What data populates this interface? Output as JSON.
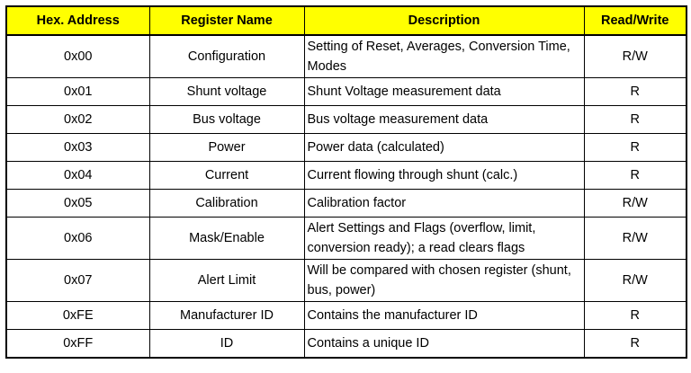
{
  "table": {
    "headers": [
      "Hex. Address",
      "Register Name",
      "Description",
      "Read/Write"
    ],
    "rows": [
      {
        "address": "0x00",
        "name": "Configuration",
        "description": "Setting of Reset, Averages, Conversion Time, Modes",
        "rw": "R/W"
      },
      {
        "address": "0x01",
        "name": "Shunt voltage",
        "description": "Shunt Voltage measurement data",
        "rw": "R"
      },
      {
        "address": "0x02",
        "name": "Bus voltage",
        "description": "Bus voltage measurement data",
        "rw": "R"
      },
      {
        "address": "0x03",
        "name": "Power",
        "description": "Power data (calculated)",
        "rw": "R"
      },
      {
        "address": "0x04",
        "name": "Current",
        "description": "Current flowing through shunt (calc.)",
        "rw": "R"
      },
      {
        "address": "0x05",
        "name": "Calibration",
        "description": "Calibration factor",
        "rw": "R/W"
      },
      {
        "address": "0x06",
        "name": "Mask/Enable",
        "description": "Alert Settings and Flags (overflow, limit, conversion ready); a read clears flags",
        "rw": "R/W"
      },
      {
        "address": "0x07",
        "name": "Alert Limit",
        "description": "Will be compared with chosen register (shunt, bus, power)",
        "rw": "R/W"
      },
      {
        "address": "0xFE",
        "name": "Manufacturer ID",
        "description": "Contains the manufacturer ID",
        "rw": "R"
      },
      {
        "address": "0xFF",
        "name": "ID",
        "description": "Contains a unique ID",
        "rw": "R"
      }
    ]
  },
  "colors": {
    "header_background": "#ffff00",
    "border": "#000000"
  }
}
